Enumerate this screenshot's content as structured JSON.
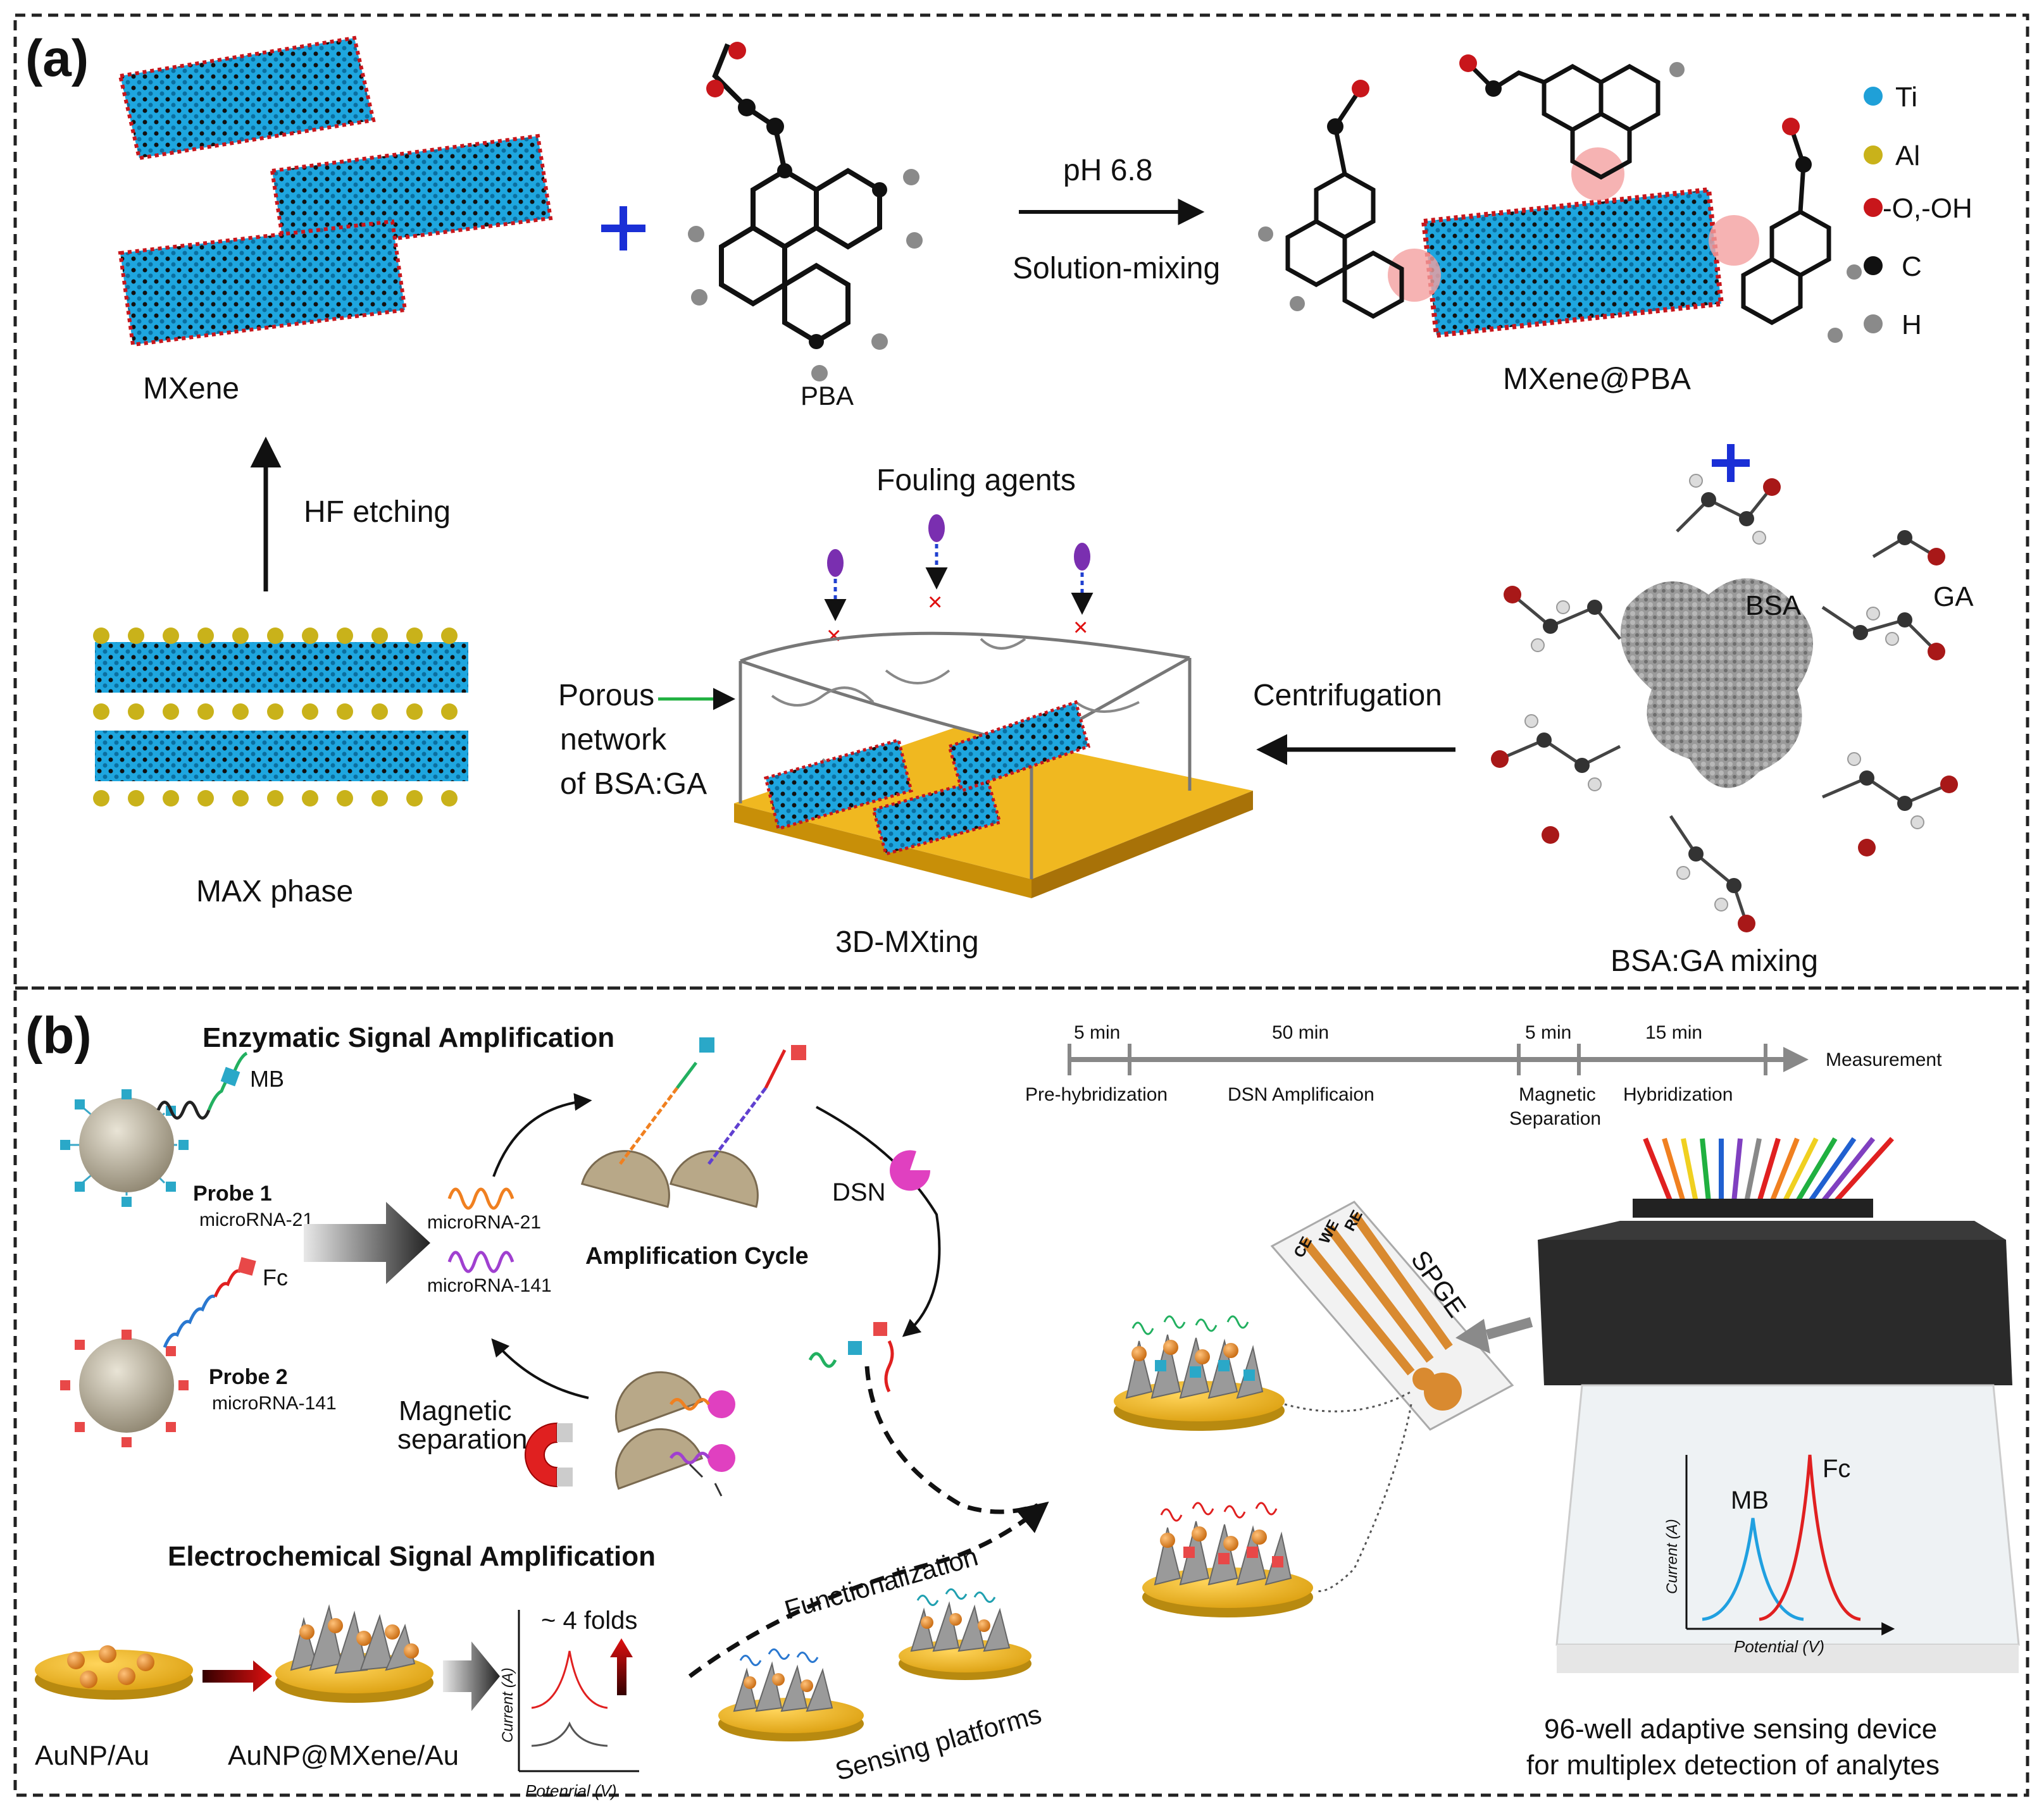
{
  "panel_a": {
    "tag": "(a)",
    "mxene": "MXene",
    "pba": "PBA",
    "step1_top": "pH 6.8",
    "step1_bottom": "Solution-mixing",
    "mxene_pba": "MXene@PBA",
    "legend": {
      "ti": "Ti",
      "al": "Al",
      "o": "-O,-OH",
      "c": "C",
      "h": "H",
      "colors": {
        "ti": "#1fa0d8",
        "al": "#c9b21a",
        "o": "#c8161b",
        "c": "#111111",
        "h": "#8a8a8a"
      }
    },
    "hf": "HF etching",
    "fouling": "Fouling agents",
    "bsa": "BSA",
    "ga": "GA",
    "porous": [
      "Porous",
      "network",
      "of BSA:GA"
    ],
    "centrifugation": "Centrifugation",
    "max_phase": "MAX phase",
    "mxting": "3D-MXting",
    "bsaga_mixing": "BSA:GA mixing"
  },
  "panel_b": {
    "tag": "(b)",
    "enzymatic_title": "Enzymatic Signal Amplification",
    "mb": "MB",
    "fc": "Fc",
    "probe1": "Probe 1",
    "probe1_sub": "microRNA-21",
    "probe2": "Probe 2",
    "probe2_sub": "microRNA-141",
    "mirna21": "microRNA-21",
    "mirna141": "microRNA-141",
    "amp_cycle": "Amplification Cycle",
    "dsn": "DSN",
    "magnetic": [
      "Magnetic",
      "separation"
    ],
    "electro_title": "Electrochemical Signal Amplification",
    "aunp_au": "AuNP/Au",
    "aunp_mxene": "AuNP@MXene/Au",
    "folds": "~ 4 folds",
    "current": "Current (A)",
    "potential_small": "Potenrial (V)",
    "functionalization": "Functionalization",
    "sensing_platforms": "Sensing platforms",
    "timeline": {
      "durations": [
        "5 min",
        "50 min",
        "5 min",
        "15 min"
      ],
      "steps": [
        "Pre-hybridization",
        "DSN Amplificaion",
        "Magnetic",
        "Separation",
        "Hybridization"
      ],
      "end": "Measurement"
    },
    "spge": "SPGE",
    "electrodes": [
      "CE",
      "WE",
      "RE"
    ],
    "device_mb": "MB",
    "device_fc": "Fc",
    "device_current": "Current (A)",
    "device_potential": "Potential (V)",
    "caption": [
      "96-well adaptive sensing device",
      "for multiplex detection of analytes"
    ]
  }
}
